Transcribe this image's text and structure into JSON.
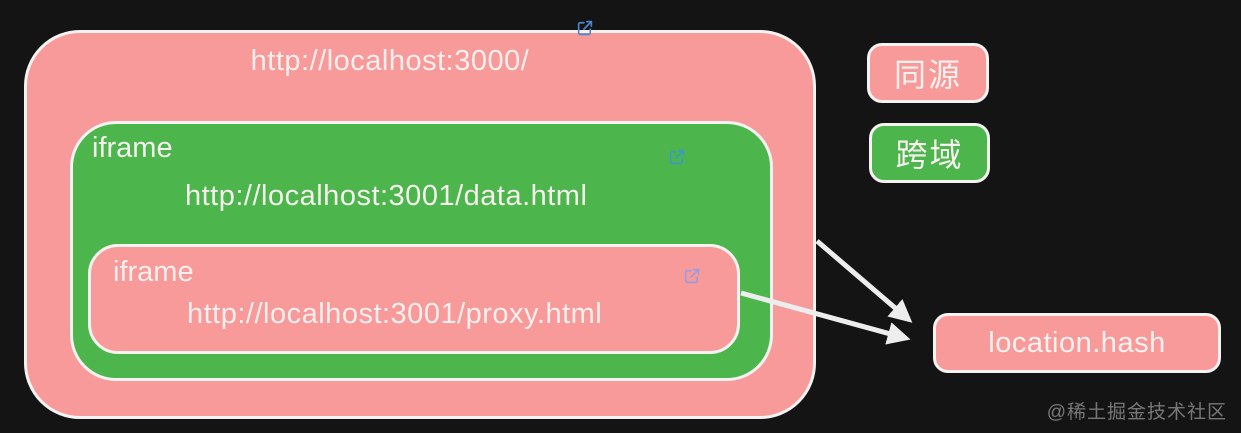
{
  "page": {
    "background": "#141414",
    "watermark": "@稀土掘金技术社区"
  },
  "colors": {
    "same_origin_pink": "#f99a9a",
    "cross_domain_green": "#4cb64c",
    "box_border_white": "#f5f3f2",
    "box_text_white": "#f5efed",
    "arrow_white": "#ededed",
    "external_link_icon_blue": "#4a87cd",
    "external_link_icon_blue_on_green": "#3e97c9",
    "external_link_icon_lavender": "#9a99e2"
  },
  "diagram": {
    "outer_frame": {
      "url": "http://localhost:3000/"
    },
    "data_frame": {
      "label": "iframe",
      "url": "http://localhost:3001/data.html"
    },
    "proxy_frame": {
      "label": "iframe",
      "url": "http://localhost:3001/proxy.html"
    },
    "hash_node": {
      "label": "location.hash"
    },
    "legend": {
      "same_origin": {
        "label": "同源"
      },
      "cross_domain": {
        "label": "跨域"
      }
    }
  }
}
